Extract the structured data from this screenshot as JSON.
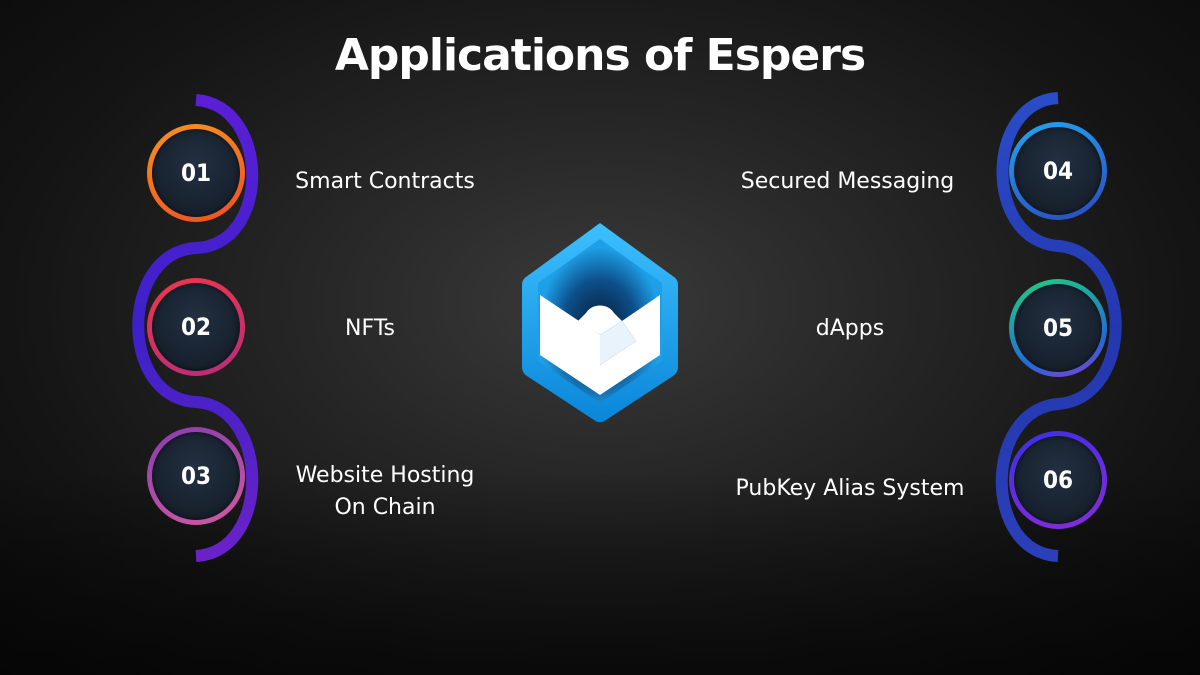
{
  "title": "Applications of Espers",
  "logo_icon": "espers-logo-icon",
  "items": [
    {
      "number": "01",
      "label": "Smart Contracts",
      "ring_colors": [
        "#f26a1b",
        "#f7931e"
      ]
    },
    {
      "number": "02",
      "label": "NFTs",
      "ring_colors": [
        "#e8334a",
        "#b0306e"
      ]
    },
    {
      "number": "03",
      "label": "Website Hosting On Chain",
      "label_line1": "Website Hosting",
      "label_line2": "On Chain",
      "ring_colors": [
        "#9b3fa5",
        "#c94fa8"
      ]
    },
    {
      "number": "04",
      "label": "Secured Messaging",
      "ring_colors": [
        "#1e90e0",
        "#2b4fbf"
      ]
    },
    {
      "number": "05",
      "label": "dApps",
      "ring_colors": [
        "#19c48a",
        "#2060d0"
      ]
    },
    {
      "number": "06",
      "label": "PubKey Alias System",
      "ring_colors": [
        "#4a2be0",
        "#7a2ad8"
      ]
    }
  ],
  "colors": {
    "left_curve": "#4a1fd0",
    "right_curve": "#2a3fb8",
    "logo_blue": "#1da1e8"
  }
}
